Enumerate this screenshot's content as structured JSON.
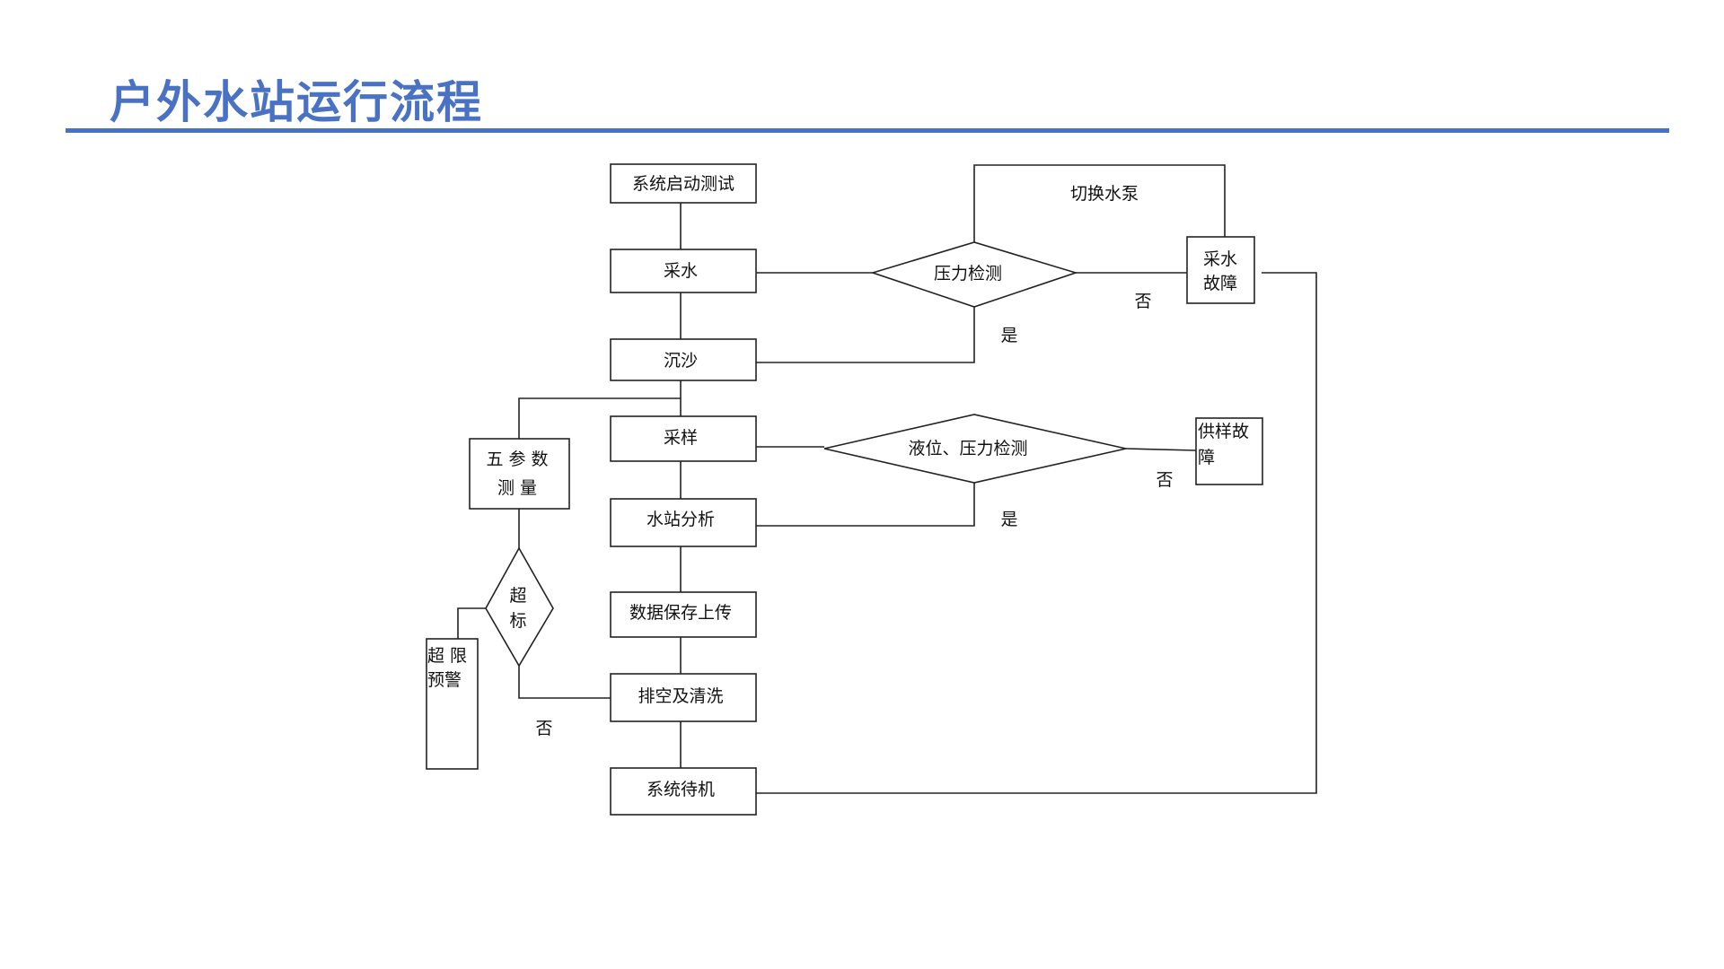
{
  "title": "户外水站运行流程",
  "nodes": {
    "start_test": "系统启动测试",
    "water_intake": "采水",
    "sediment": "沉沙",
    "sampling": "采样",
    "station_analysis": "水站分析",
    "data_upload": "数据保存上传",
    "drain_clean": "排空及清洗",
    "standby": "系统待机",
    "pressure_check": "压力检测",
    "level_pressure_check": "液位、压力检测",
    "intake_fault_line1": "采水",
    "intake_fault_line2": "故障",
    "supply_fault_line1": "供样故",
    "supply_fault_line2": "障",
    "five_param_line1": "五 参 数",
    "five_param_line2": "测    量",
    "exceed_line1": "超",
    "exceed_line2": "标",
    "limit_warn_line1": "超  限",
    "limit_warn_line2": "预警"
  },
  "labels": {
    "switch_pump": "切换水泵",
    "yes1": "是",
    "no1": "否",
    "yes2": "是",
    "no2": "否",
    "no3": "否"
  }
}
